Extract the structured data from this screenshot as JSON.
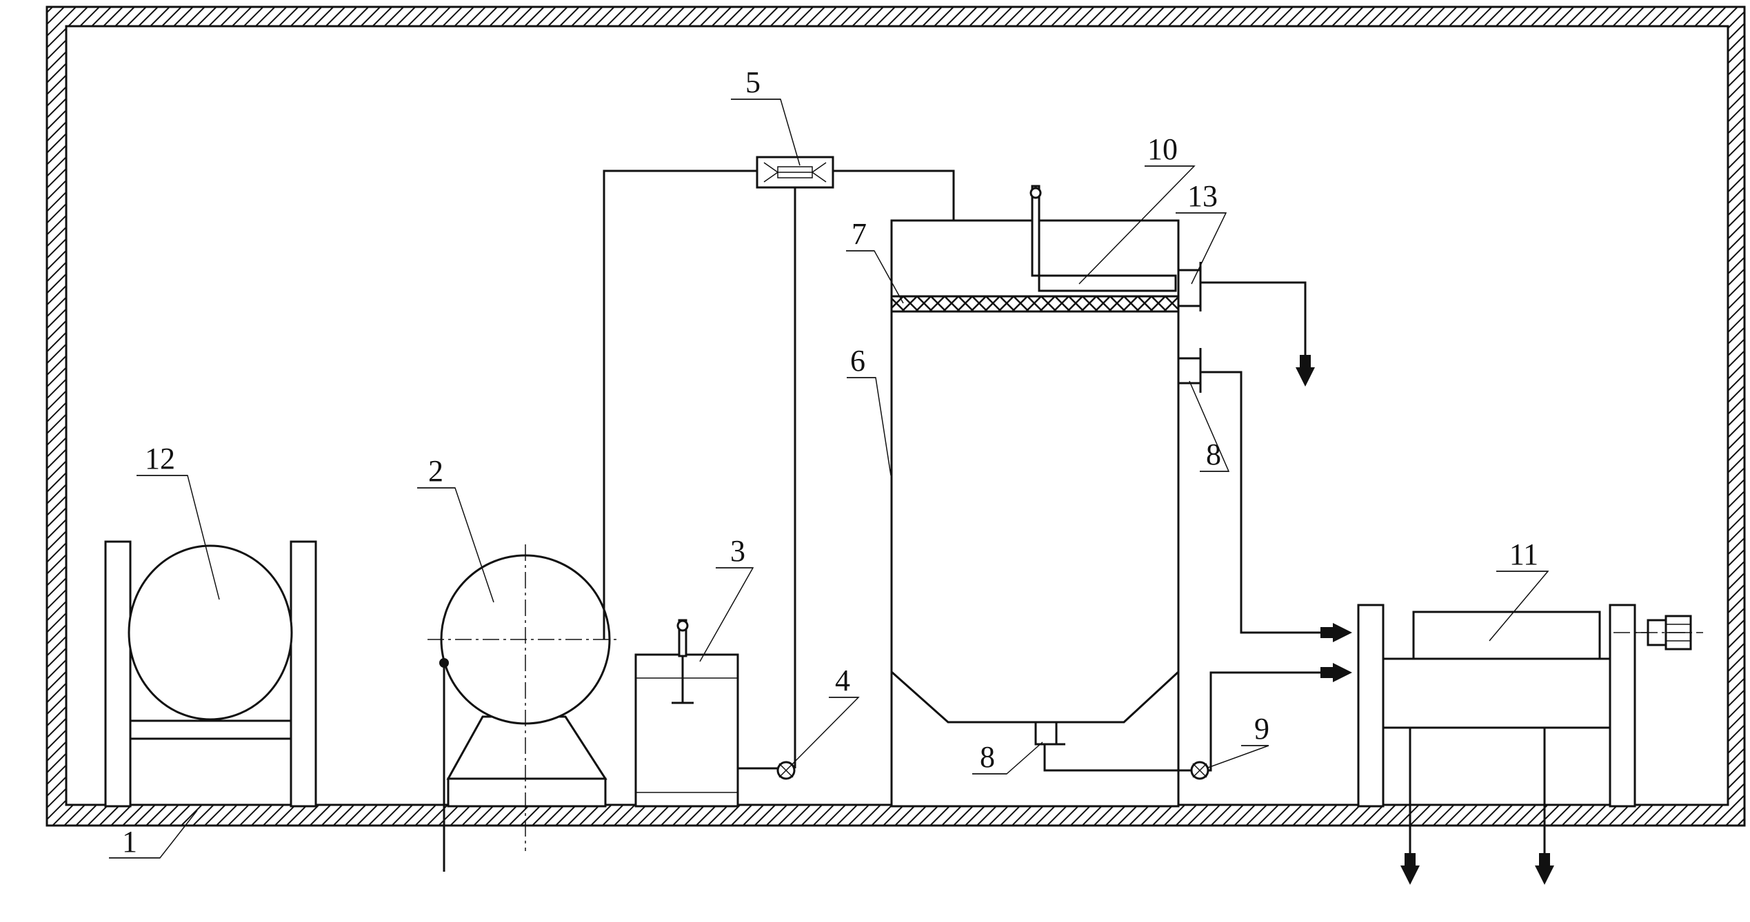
{
  "labels": {
    "l1": "1",
    "l2": "2",
    "l3": "3",
    "l4": "4",
    "l5": "5",
    "l6": "6",
    "l7": "7",
    "l8a": "8",
    "l8b": "8",
    "l9": "9",
    "l10": "10",
    "l11": "11",
    "l12": "12",
    "l13": "13"
  },
  "colors": {
    "line": "#111111",
    "background": "#ffffff"
  }
}
